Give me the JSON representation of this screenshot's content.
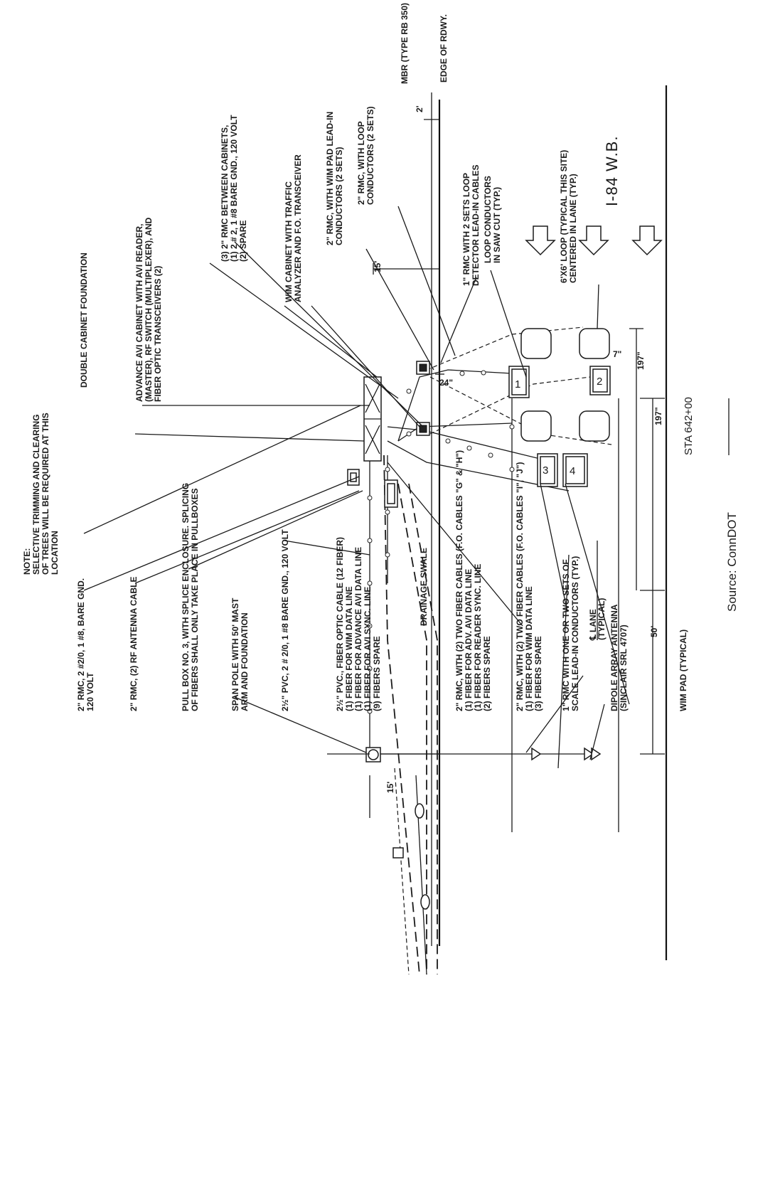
{
  "notes": {
    "note_heading": "NOTE:",
    "note_lines": [
      "SELECTIVE TRIMMING AND CLEARING",
      "OF TREES WILL BE REQUIRED AT THIS",
      "LOCATION"
    ]
  },
  "labels": {
    "double_cabinet": "DOUBLE CABINET FOUNDATION",
    "advance_avi": [
      "ADVANCE AVI CABINET WITH AVI READER,",
      "(MASTER), RF SWITCH (MULTIPLEXER), AND",
      "FIBER OPTIC TRANSCEIVERS (2)"
    ],
    "rmc_between": [
      "(3) 2\" RMC BETWEEN CABINETS,",
      "(1) 2 # 2, 1 #8 BARE GND., 120 VOLT",
      "(2) SPARE"
    ],
    "wim_cabinet": [
      "WIM CABINET WITH TRAFFIC",
      "ANALYZER AND F.O. TRANSCEIVER"
    ],
    "rmc_wim_pad": [
      "2\" RMC, WITH WIM PAD LEAD-IN",
      "CONDUCTORS (2 SETS)"
    ],
    "rmc_loop": [
      "2\" RMC, WITH LOOP",
      "CONDUCTORS (2 SETS)"
    ],
    "rmc_1in_loop": [
      "1\" RMC WITH 2 SETS LOOP",
      "DETECTOR LEAD-IN CABLES"
    ],
    "loop_conductors": [
      "LOOP CONDUCTORS",
      "IN SAW CUT (TYP.)"
    ],
    "mbr": "MBR (TYPE RB 350)",
    "edge_rdwy": "EDGE OF RDWY.",
    "loop_6x6": [
      "6'X6' LOOP (TYPICAL THIS SITE)",
      "CENTERED IN LANE (TYP.)"
    ],
    "highway": "I-84  W.B.",
    "station": "STA 642+00",
    "rmc_2in": [
      "2\" RMC, 2 #2/0, 1 #8, BARE GND.",
      "120 VOLT"
    ],
    "rf_antenna": "2\" RMC, (2) RF ANTENNA CABLE",
    "pull_box": [
      "PULL BOX NO. 3, WITH SPLICE ENCLOSURE. SPLICING",
      "OF FIBERS SHALL ONLY TAKE PLACE IN PULLBOXES"
    ],
    "span_pole": [
      "SPAN POLE WITH 50' MAST",
      "ARM AND FOUNDATION"
    ],
    "pvc_volt": "2½\" PVC, 2 # 2/0, 1 #8 BARE GND., 120 VOLT",
    "pvc_fiber": [
      "2½\" PVC., FIBER OPTIC CABLE (12 FIBER)",
      "(1) FIBER FOR WIM DATA LINE",
      "(1) FIBER FOR ADVANCE AVI DATA LINE",
      "(1) FIBER FOR AVI SYNC. LINE",
      "(9) FIBERS SPARE"
    ],
    "rmc_gh": [
      "2\" RMC, WITH (2) TWO FIBER CABLES (F.O. CABLES \"G\" & \"H\")",
      "(1) FIBER FOR ADV. AVI DATA LINE",
      "(1) FIBER FOR READER SYNC. LINE",
      "(2) FIBERS SPARE"
    ],
    "rmc_ij": [
      "2\" RMC, WITH (2) TWO FIBER CABLES (F.O. CABLES \"I\", \"J\")",
      "(1) FIBER FOR WIM DATA LINE",
      "(3) FIBERS SPARE"
    ],
    "rmc_1in_scale": [
      "1\" RMC WITH ONE OR TWO SETS OF",
      "SCALE LEAD-IN CONDUCTORS (TYP.)"
    ],
    "dipole": [
      "DIPOLE ARRAY ANTENNA",
      "(SINCLAIR SRL 4707)"
    ],
    "wim_pad": "WIM PAD (TYPICAL)",
    "lane_center": [
      "℄ LANE",
      "(TYPICAL)"
    ],
    "drainage": "DRAINAGE SWALE",
    "source": "Source: ConnDOT"
  },
  "dimensions": {
    "d15_top": "15'",
    "d2": "2'",
    "d24": "24\"",
    "d7": "7\"",
    "d197a": "197\"",
    "d197b": "197\"",
    "d50": "50'",
    "d15_left": "15'"
  },
  "pad_numbers": [
    "1",
    "2",
    "3",
    "4"
  ]
}
